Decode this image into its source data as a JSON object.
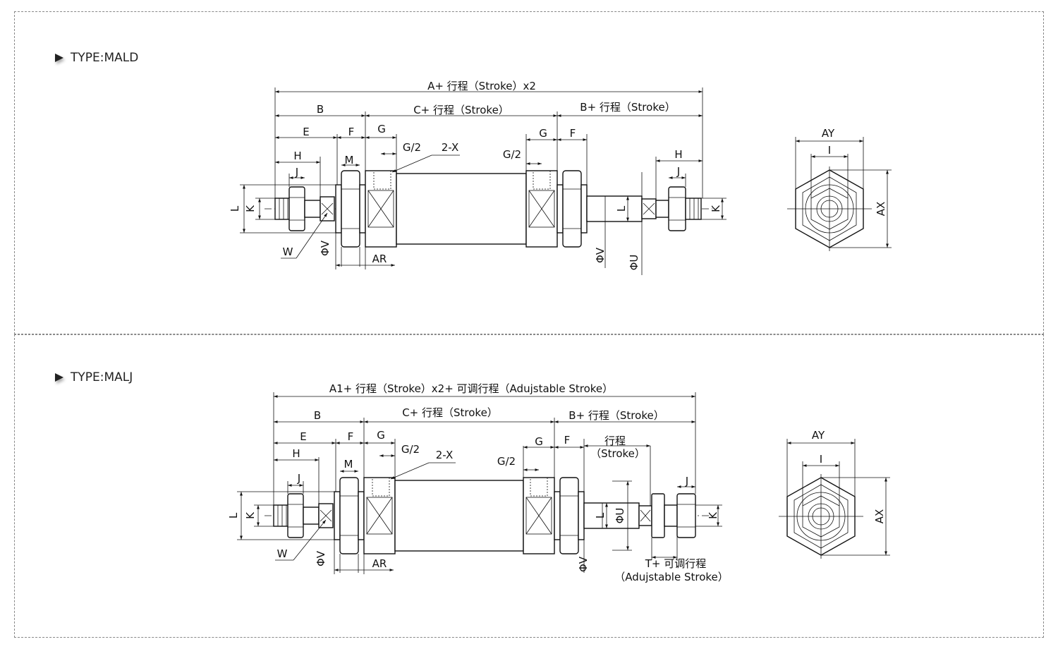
{
  "sections": [
    {
      "type_label": "TYPE:MALD",
      "dims": {
        "a_total": "A+ 行程（Stroke）x2",
        "b_left": "B",
        "c": "C+ 行程（Stroke）",
        "b_right": "B+ 行程（Stroke）",
        "e": "E",
        "f": "F",
        "g": "G",
        "g2": "G/2",
        "x": "2-X",
        "h": "H",
        "j": "J",
        "m": "M",
        "k": "K",
        "l": "L",
        "w": "W",
        "v": "ΦV",
        "ar": "AR",
        "u": "ΦU",
        "ay": "AY",
        "i": "I",
        "ax": "AX"
      }
    },
    {
      "type_label": "TYPE:MALJ",
      "dims": {
        "a_total": "A1+ 行程（Stroke）x2+ 可调行程（Adujstable Stroke）",
        "b_left": "B",
        "c": "C+ 行程（Stroke）",
        "b_right": "B+ 行程（Stroke）",
        "e": "E",
        "f": "F",
        "g": "G",
        "g2": "G/2",
        "x": "2-X",
        "h": "H",
        "j": "J",
        "m": "M",
        "k": "K",
        "l": "L",
        "w": "W",
        "v": "ΦV",
        "ar": "AR",
        "u": "ΦU",
        "stroke_zh": "行程",
        "stroke_en": "（Stroke）",
        "t_zh": "T+ 可调行程",
        "t_en": "（Adujstable Stroke）",
        "ay": "AY",
        "i": "I",
        "ax": "AX"
      }
    }
  ]
}
